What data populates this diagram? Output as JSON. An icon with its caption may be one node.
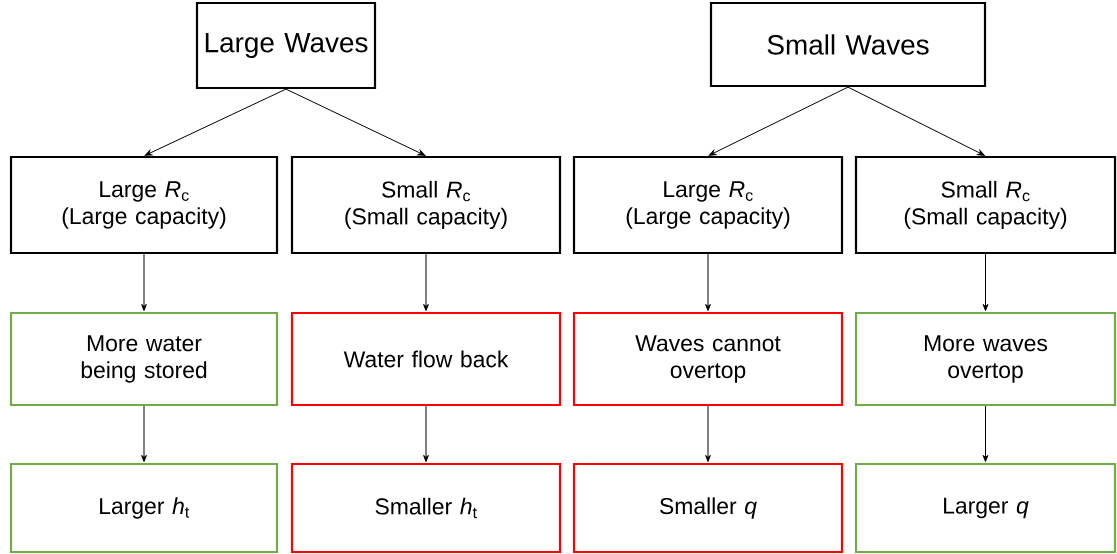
{
  "diagram": {
    "nodes": [
      {
        "text": [
          "Large Waves"
        ]
      },
      {
        "text": [
          "Small Waves"
        ]
      },
      {
        "text": [
          "Large *R*$_{c}$",
          "(Large capacity)"
        ]
      },
      {
        "text": [
          "Small *R*$_{c}$",
          "(Small capacity)"
        ]
      },
      {
        "text": [
          "Large *R*$_{c}$",
          "(Large capacity)"
        ]
      },
      {
        "text": [
          "Small *R*$_{c}$",
          "(Small capacity)"
        ]
      },
      {
        "text": [
          "More water being stored"
        ]
      },
      {
        "text": [
          "Water flow back"
        ]
      },
      {
        "text": [
          "Waves cannot overtop"
        ]
      },
      {
        "text": [
          "More waves overtop"
        ]
      },
      {
        "text": [
          "Larger *h*$_{t}$"
        ]
      },
      {
        "text": [
          "Smaller *h*$_{t}$"
        ]
      },
      {
        "text": [
          "Smaller *q*"
        ]
      },
      {
        "text": [
          "Larger *q*"
        ]
      }
    ],
    "edges": [
      {
        "from": 0,
        "to": 2,
        "arrow": "to"
      },
      {
        "from": 0,
        "to": 3,
        "arrow": "to"
      },
      {
        "from": 1,
        "to": 4,
        "arrow": "to"
      },
      {
        "from": 1,
        "to": 5,
        "arrow": "to"
      },
      {
        "from": 2,
        "to": 6,
        "arrow": "to"
      },
      {
        "from": 3,
        "to": 7,
        "arrow": "to"
      },
      {
        "from": 4,
        "to": 8,
        "arrow": "to"
      },
      {
        "from": 5,
        "to": 9,
        "arrow": "to"
      },
      {
        "from": 6,
        "to": 10,
        "arrow": "to"
      },
      {
        "from": 7,
        "to": 11,
        "arrow": "to"
      },
      {
        "from": 8,
        "to": 12,
        "arrow": "to"
      },
      {
        "from": 9,
        "to": 13,
        "arrow": "to"
      }
    ]
  }
}
